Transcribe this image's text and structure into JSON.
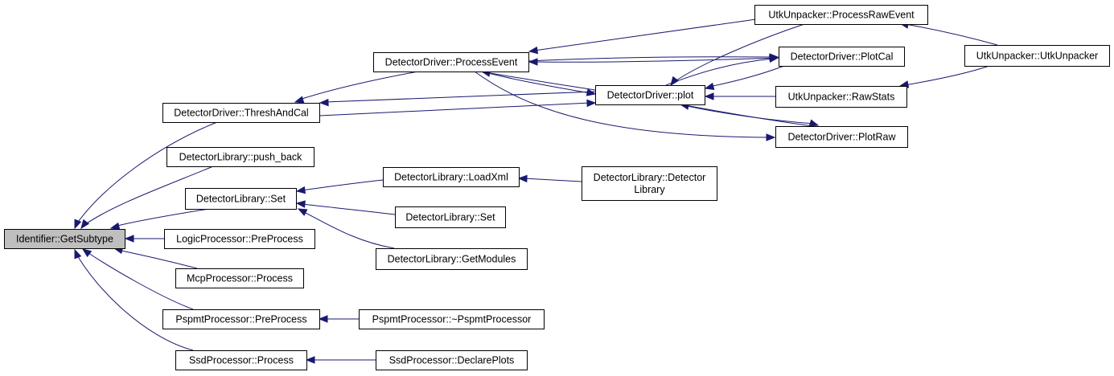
{
  "graph": {
    "title": "",
    "nodes": [
      {
        "id": "root",
        "lines": [
          "Identifier::GetSubtype"
        ],
        "root": true
      },
      {
        "id": "thresh",
        "lines": [
          "DetectorDriver::ThreshAndCal"
        ]
      },
      {
        "id": "pushback",
        "lines": [
          "DetectorLibrary::push_back"
        ]
      },
      {
        "id": "libset",
        "lines": [
          "DetectorLibrary::Set"
        ]
      },
      {
        "id": "logicpre",
        "lines": [
          "LogicProcessor::PreProcess"
        ]
      },
      {
        "id": "mcp",
        "lines": [
          "McpProcessor::Process"
        ]
      },
      {
        "id": "pspmtpre",
        "lines": [
          "PspmtProcessor::PreProcess"
        ]
      },
      {
        "id": "ssdproc",
        "lines": [
          "SsdProcessor::Process"
        ]
      },
      {
        "id": "procevent",
        "lines": [
          "DetectorDriver::ProcessEvent"
        ]
      },
      {
        "id": "plot",
        "lines": [
          "DetectorDriver::plot"
        ]
      },
      {
        "id": "loadxml",
        "lines": [
          "DetectorLibrary::LoadXml"
        ]
      },
      {
        "id": "libset2",
        "lines": [
          "DetectorLibrary::Set"
        ]
      },
      {
        "id": "getmodules",
        "lines": [
          "DetectorLibrary::GetModules"
        ]
      },
      {
        "id": "pspmtdtor",
        "lines": [
          "PspmtProcessor::~PspmtProcessor"
        ]
      },
      {
        "id": "ssddecl",
        "lines": [
          "SsdProcessor::DeclarePlots"
        ]
      },
      {
        "id": "utkraw",
        "lines": [
          "UtkUnpacker::ProcessRawEvent"
        ]
      },
      {
        "id": "plotcal",
        "lines": [
          "DetectorDriver::PlotCal"
        ]
      },
      {
        "id": "rawstats",
        "lines": [
          "UtkUnpacker::RawStats"
        ]
      },
      {
        "id": "plotraw",
        "lines": [
          "DetectorDriver::PlotRaw"
        ]
      },
      {
        "id": "utkctor",
        "lines": [
          "UtkUnpacker::UtkUnpacker"
        ]
      },
      {
        "id": "libctor",
        "lines": [
          "DetectorLibrary::Detector",
          "Library"
        ]
      }
    ],
    "edges": [
      {
        "from": "thresh",
        "to": "root"
      },
      {
        "from": "pushback",
        "to": "root"
      },
      {
        "from": "libset",
        "to": "root"
      },
      {
        "from": "logicpre",
        "to": "root"
      },
      {
        "from": "mcp",
        "to": "root"
      },
      {
        "from": "pspmtpre",
        "to": "root"
      },
      {
        "from": "ssdproc",
        "to": "root"
      },
      {
        "from": "procevent",
        "to": "thresh"
      },
      {
        "from": "plot",
        "to": "thresh"
      },
      {
        "from": "utkraw",
        "to": "procevent"
      },
      {
        "from": "plotcal",
        "to": "procevent"
      },
      {
        "from": "plot",
        "to": "procevent"
      },
      {
        "from": "procevent",
        "to": "plot"
      },
      {
        "from": "thresh",
        "to": "plot"
      },
      {
        "from": "utkraw",
        "to": "plot"
      },
      {
        "from": "plotcal",
        "to": "plot"
      },
      {
        "from": "rawstats",
        "to": "plot"
      },
      {
        "from": "plotraw",
        "to": "plot"
      },
      {
        "from": "procevent",
        "to": "plotcal"
      },
      {
        "from": "plot",
        "to": "plotcal"
      },
      {
        "from": "procevent",
        "to": "plotraw"
      },
      {
        "from": "plot",
        "to": "plotraw"
      },
      {
        "from": "utkctor",
        "to": "utkraw"
      },
      {
        "from": "utkctor",
        "to": "rawstats"
      },
      {
        "from": "loadxml",
        "to": "libset"
      },
      {
        "from": "libset2",
        "to": "libset"
      },
      {
        "from": "getmodules",
        "to": "libset"
      },
      {
        "from": "libctor",
        "to": "loadxml"
      },
      {
        "from": "pspmtdtor",
        "to": "pspmtpre"
      },
      {
        "from": "ssddecl",
        "to": "ssdproc"
      }
    ]
  },
  "colors": {
    "edge": "#191970",
    "node_border": "#000000",
    "node_fill": "#ffffff",
    "root_fill": "#bfbfbf"
  }
}
